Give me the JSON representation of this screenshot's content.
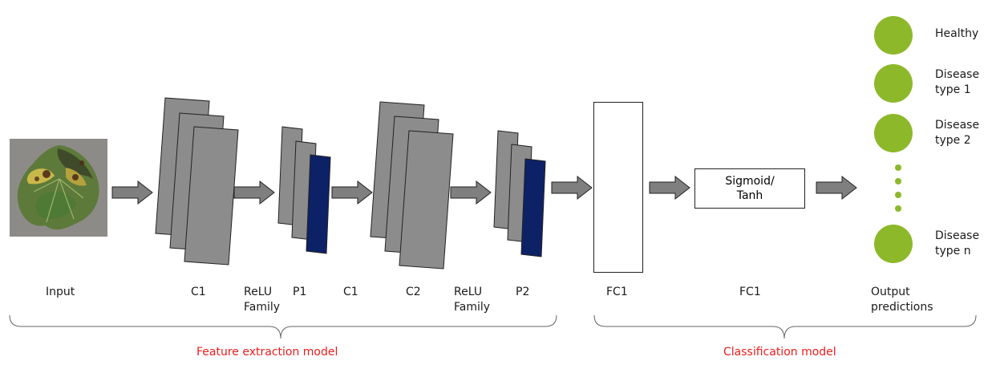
{
  "colors": {
    "layer_gray": "#8c8c8c",
    "pool_dark": "#0d2167",
    "arrow_gray": "#7f7f7f",
    "output_green": "#8cb82a",
    "section_label": "#ee1c1c"
  },
  "labels": {
    "input": "Input",
    "c1_a": "C1",
    "relu_a": "ReLU\nFamily",
    "p1": "P1",
    "c1_b": "C1",
    "c2": "C2",
    "relu_b": "ReLU\nFamily",
    "p2": "P2",
    "fc1_a": "FC1",
    "fc1_b": "FC1",
    "output": "Output\npredictions"
  },
  "activation_box": "Sigmoid/\nTanh",
  "outputs": {
    "healthy": "Healthy",
    "disease1": "Disease\ntype 1",
    "disease2": "Disease\ntype 2",
    "diseasen": "Disease\ntype n"
  },
  "sections": {
    "feature": "Feature extraction model",
    "classification": "Classification model"
  }
}
